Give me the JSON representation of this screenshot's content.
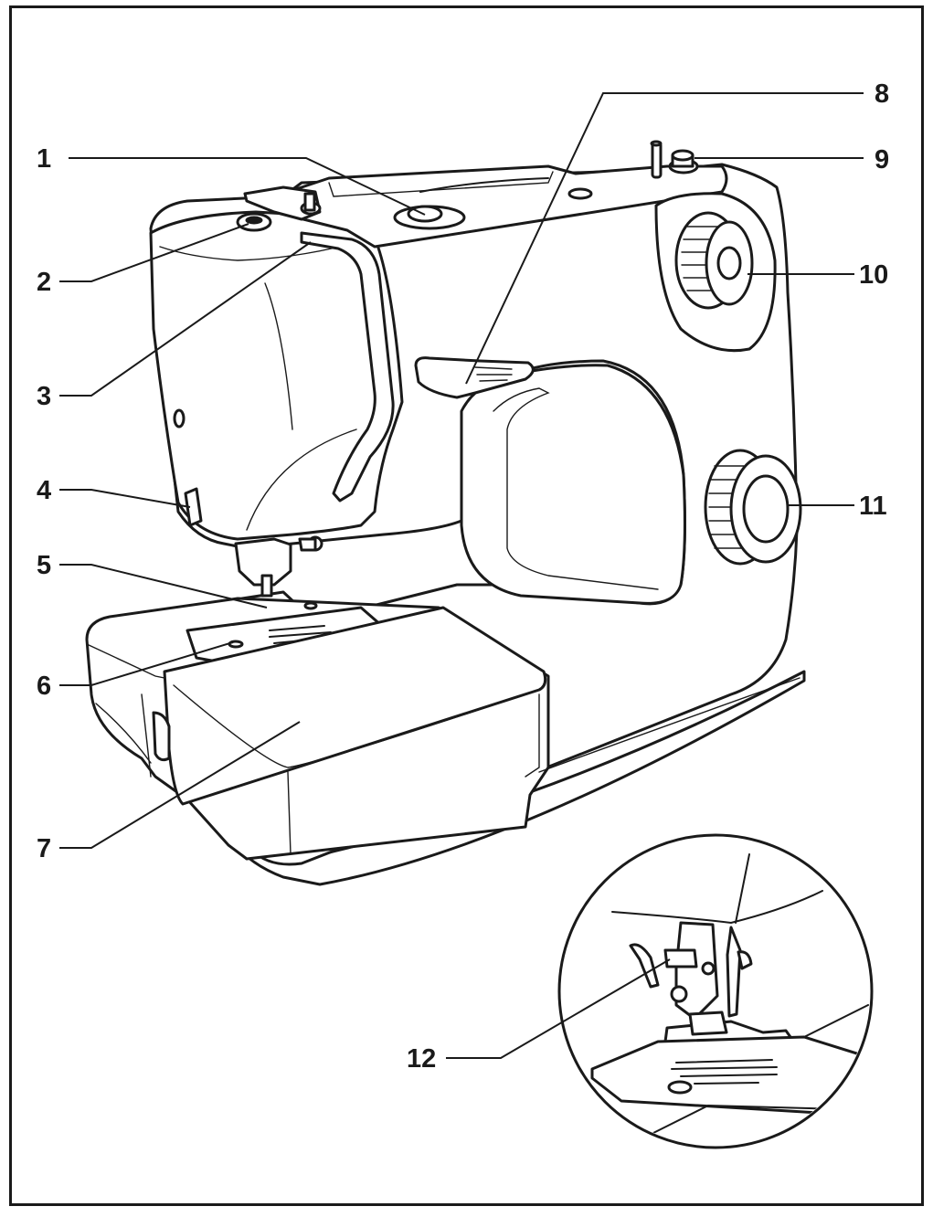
{
  "callouts": [
    {
      "id": "1",
      "label": "1"
    },
    {
      "id": "2",
      "label": "2"
    },
    {
      "id": "3",
      "label": "3"
    },
    {
      "id": "4",
      "label": "4"
    },
    {
      "id": "5",
      "label": "5"
    },
    {
      "id": "6",
      "label": "6"
    },
    {
      "id": "7",
      "label": "7"
    },
    {
      "id": "8",
      "label": "8"
    },
    {
      "id": "9",
      "label": "9"
    },
    {
      "id": "10",
      "label": "10"
    },
    {
      "id": "11",
      "label": "11"
    },
    {
      "id": "12",
      "label": "12"
    }
  ],
  "colors": {
    "ink": "#1a1a1a",
    "paper": "#ffffff"
  }
}
